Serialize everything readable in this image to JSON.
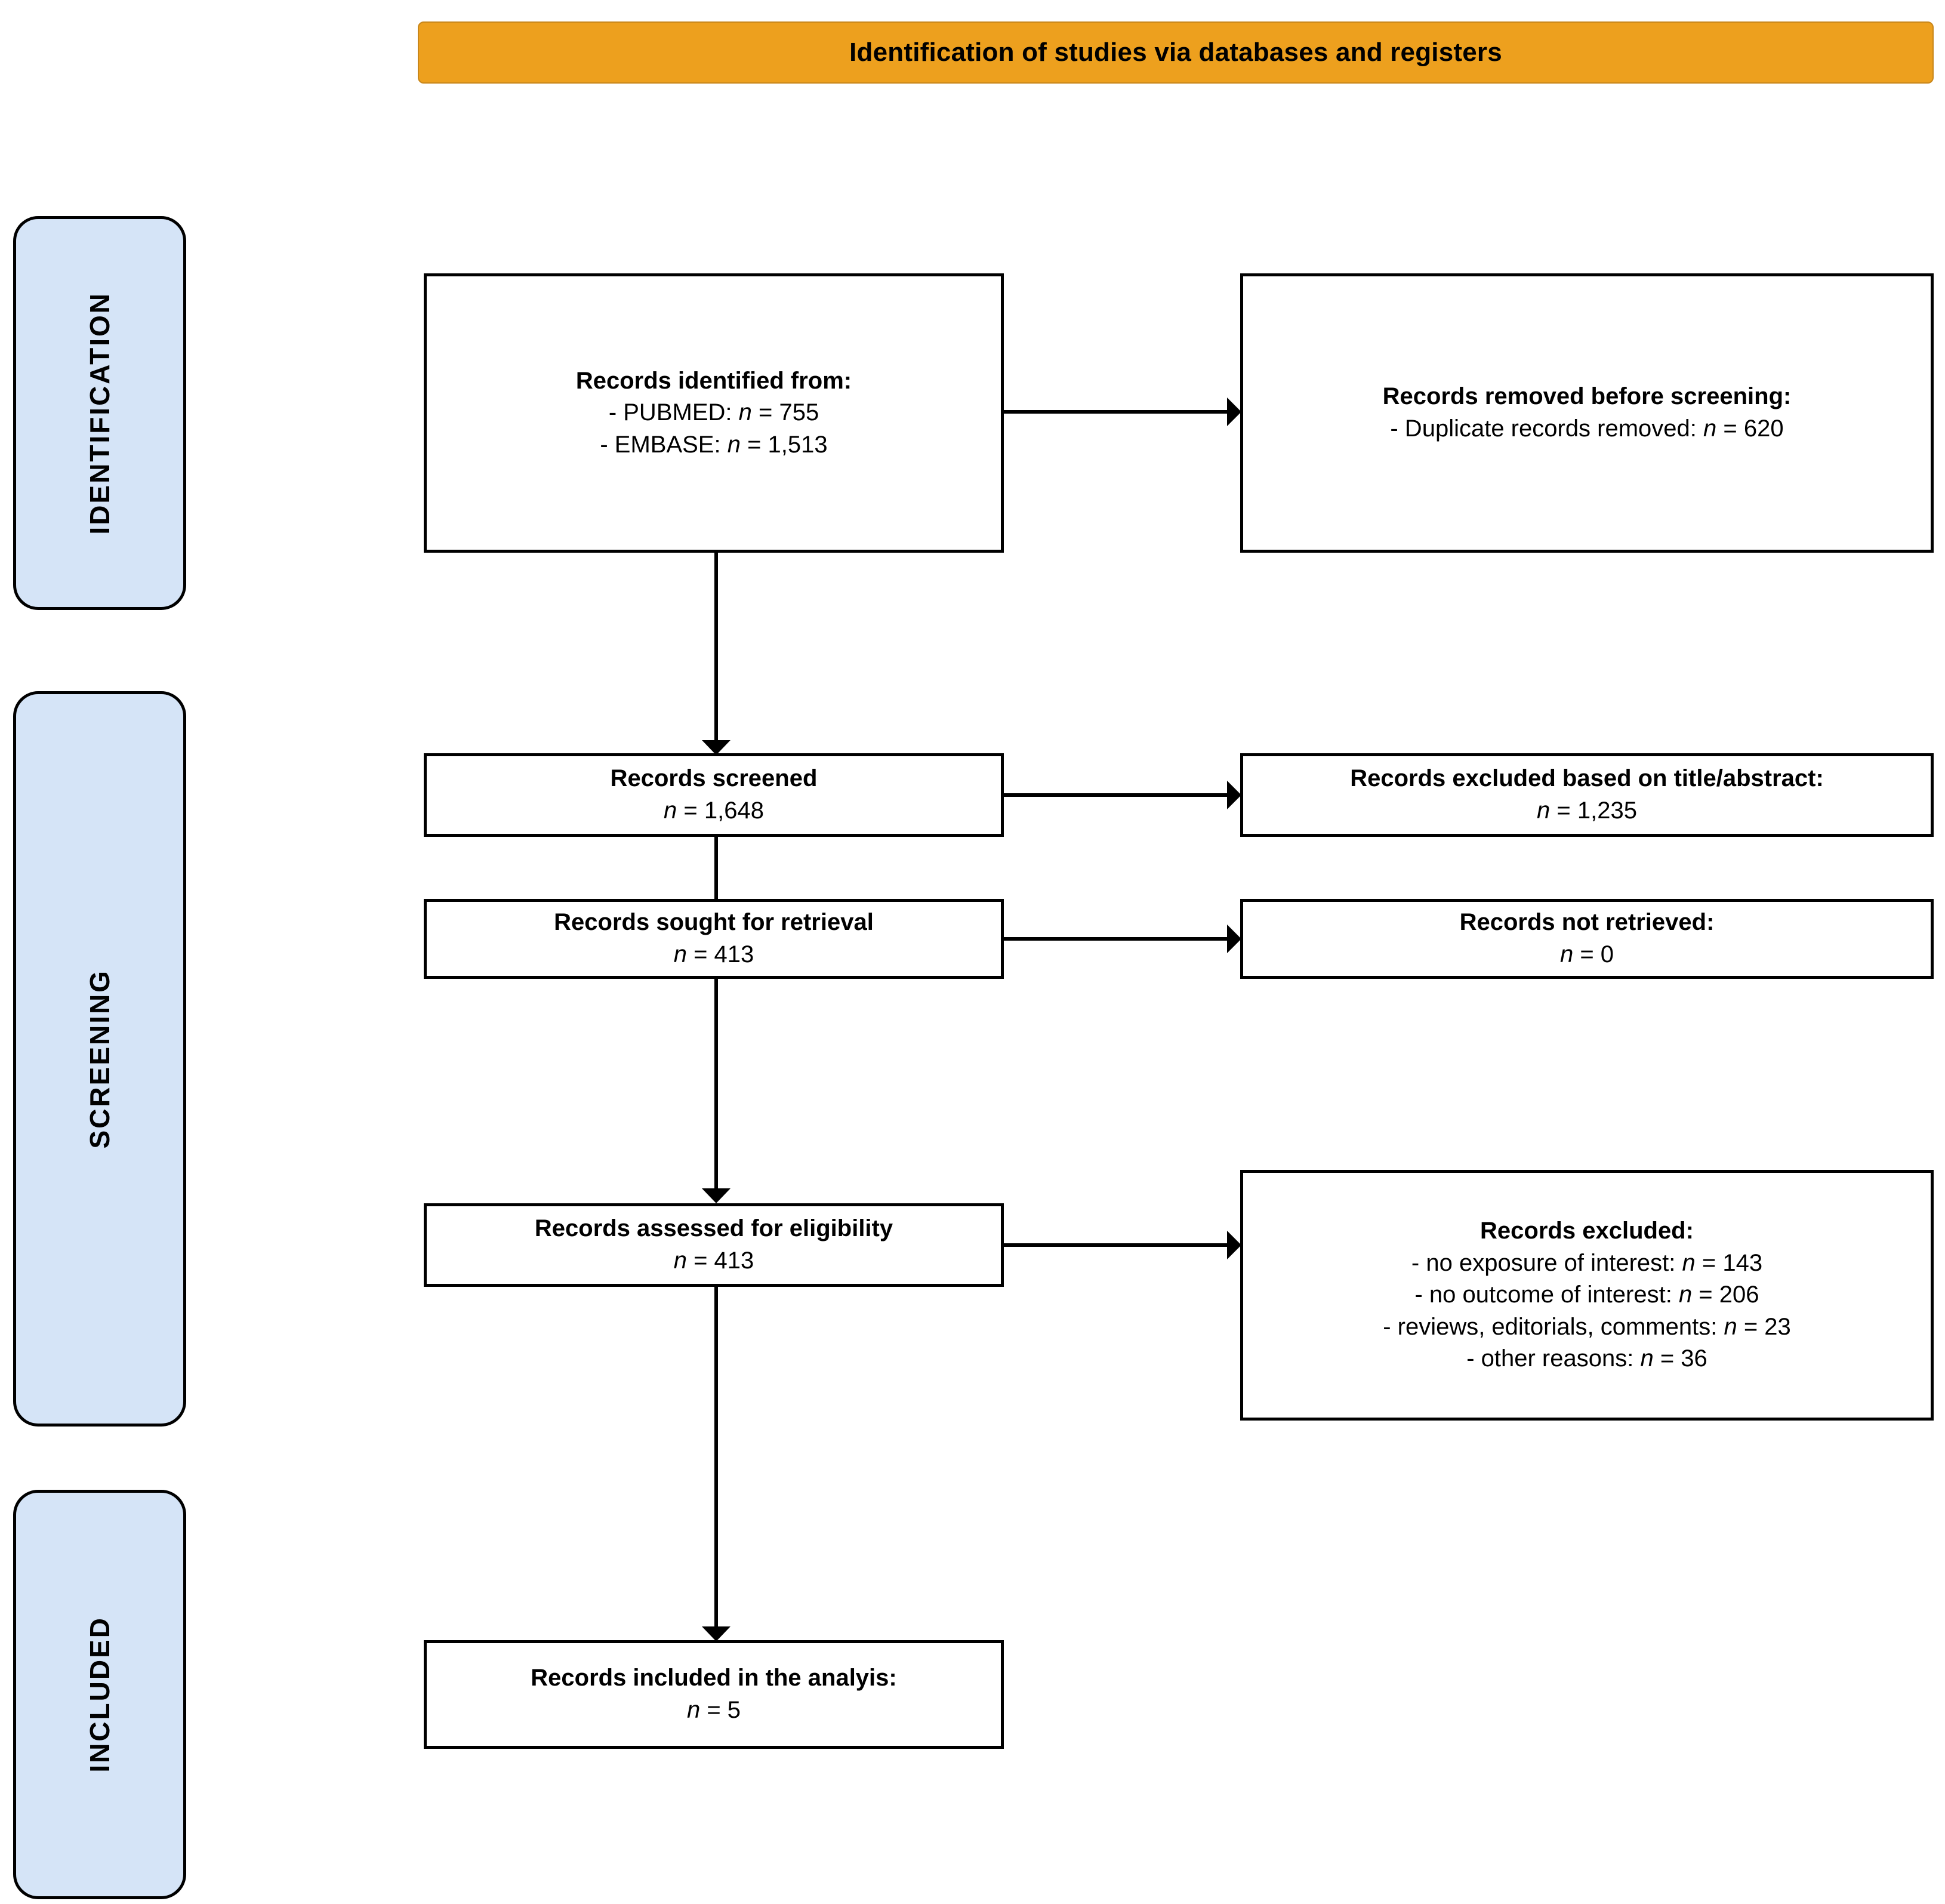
{
  "header": {
    "title": "Identification of studies via databases and registers",
    "background_color": "#eda01e"
  },
  "rails": {
    "background_color": "#d5e4f7",
    "items": [
      {
        "id": "identification",
        "label": "IDENTIFICATION"
      },
      {
        "id": "screening",
        "label": "SCREENING"
      },
      {
        "id": "included",
        "label": "INCLUDED"
      }
    ]
  },
  "boxes": {
    "identified": {
      "title": "Records identified from:",
      "line1": "- PUBMED: ",
      "line1_n": "n",
      "line1_val": " = 755",
      "line2": "- EMBASE: ",
      "line2_n": "n",
      "line2_val": " = 1,513"
    },
    "removed": {
      "title": "Records removed before screening:",
      "line1": "- Duplicate records removed: ",
      "line1_n": "n",
      "line1_val": " = 620"
    },
    "screened": {
      "title": "Records screened",
      "n": "n",
      "value": " = 1,648"
    },
    "excluded_title_abstract": {
      "title": "Records excluded based on title/abstract:",
      "n": "n",
      "value": " = 1,235"
    },
    "sought": {
      "title": "Records sought for retrieval",
      "n": "n",
      "value": " = 413"
    },
    "not_retrieved": {
      "title": "Records not retrieved:",
      "n": "n",
      "value": " = 0"
    },
    "eligibility": {
      "title": "Records assessed for eligibility",
      "n": "n",
      "value": " = 413"
    },
    "excluded_reasons": {
      "title": "Records excluded:",
      "r1": "- no exposure of interest: ",
      "r1_n": "n",
      "r1_val": " = 143",
      "r2": "- no outcome of interest: ",
      "r2_n": "n",
      "r2_val": " = 206",
      "r3": "- reviews, editorials, comments: ",
      "r3_n": "n",
      "r3_val": " = 23",
      "r4": "- other reasons: ",
      "r4_n": "n",
      "r4_val": " = 36"
    },
    "included": {
      "title": "Records included in the analyis:",
      "n": "n",
      "value": " = 5"
    }
  },
  "chart_data": {
    "type": "diagram",
    "diagram_kind": "PRISMA flow diagram",
    "title": "Identification of studies via databases and registers",
    "phases": [
      "IDENTIFICATION",
      "SCREENING",
      "INCLUDED"
    ],
    "nodes": [
      {
        "id": "identified",
        "phase": "IDENTIFICATION",
        "label": "Records identified from:",
        "sources": [
          {
            "name": "PUBMED",
            "n": 755
          },
          {
            "name": "EMBASE",
            "n": 1513
          }
        ]
      },
      {
        "id": "removed",
        "phase": "IDENTIFICATION",
        "label": "Records removed before screening:",
        "reasons": [
          {
            "name": "Duplicate records removed",
            "n": 620
          }
        ]
      },
      {
        "id": "screened",
        "phase": "SCREENING",
        "label": "Records screened",
        "n": 1648
      },
      {
        "id": "excluded_title_abstract",
        "phase": "SCREENING",
        "label": "Records excluded based on title/abstract:",
        "n": 1235
      },
      {
        "id": "sought",
        "phase": "SCREENING",
        "label": "Records sought for retrieval",
        "n": 413
      },
      {
        "id": "not_retrieved",
        "phase": "SCREENING",
        "label": "Records not retrieved:",
        "n": 0
      },
      {
        "id": "eligibility",
        "phase": "SCREENING",
        "label": "Records assessed for eligibility",
        "n": 413
      },
      {
        "id": "excluded_reasons",
        "phase": "SCREENING",
        "label": "Records excluded:",
        "reasons": [
          {
            "name": "no exposure of interest",
            "n": 143
          },
          {
            "name": "no outcome of interest",
            "n": 206
          },
          {
            "name": "reviews, editorials, comments",
            "n": 23
          },
          {
            "name": "other reasons",
            "n": 36
          }
        ]
      },
      {
        "id": "included",
        "phase": "INCLUDED",
        "label": "Records included in the analyis:",
        "n": 5
      }
    ],
    "edges": [
      {
        "from": "identified",
        "to": "removed",
        "direction": "right"
      },
      {
        "from": "identified",
        "to": "screened",
        "direction": "down"
      },
      {
        "from": "screened",
        "to": "excluded_title_abstract",
        "direction": "right"
      },
      {
        "from": "screened",
        "to": "sought",
        "direction": "down"
      },
      {
        "from": "sought",
        "to": "not_retrieved",
        "direction": "right"
      },
      {
        "from": "sought",
        "to": "eligibility",
        "direction": "down"
      },
      {
        "from": "eligibility",
        "to": "excluded_reasons",
        "direction": "right"
      },
      {
        "from": "eligibility",
        "to": "included",
        "direction": "down"
      }
    ]
  }
}
